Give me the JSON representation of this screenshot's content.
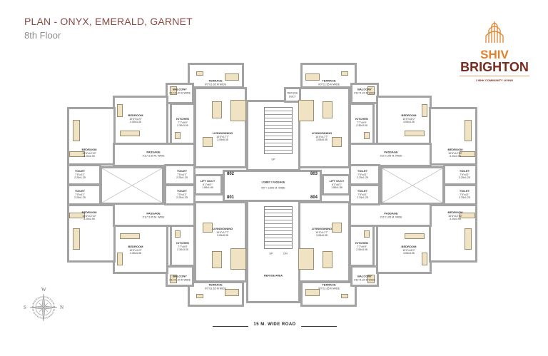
{
  "header": {
    "title": "PLAN  - ONYX, EMERALD, GARNET",
    "subtitle": "8th Floor"
  },
  "logo": {
    "line1": "SHIV",
    "line2": "BRIGHTON",
    "tagline": "2 BHK COMMUNITY LIVING",
    "colors": {
      "orange": "#e0822e",
      "maroon": "#7a2b20"
    }
  },
  "rooms": [
    {
      "name": "TERRACE",
      "dim1": "9'0\"/11.65 M WIDE",
      "dim2": ""
    },
    {
      "name": "BALCONY",
      "dim1": "3'11\"/1.20 M WIDE",
      "dim2": ""
    },
    {
      "name": "KITCHEN",
      "dim1": "7'7\"x9'9\"",
      "dim2": "2.30x3.05"
    },
    {
      "name": "LIVING/DINING",
      "dim1": "10'0\"x17'7\"",
      "dim2": "3.05x5.35"
    },
    {
      "name": "BEDROOM",
      "dim1": "10'0\"x11'0\"",
      "dim2": "3.05x3.35"
    },
    {
      "name": "BEDROOM",
      "dim1": "10'6\"x12'10\"",
      "dim2": "3.20x3.90"
    },
    {
      "name": "PASSAGE",
      "dim1": "3'11\"/1.05 M. WIDE",
      "dim2": ""
    },
    {
      "name": "TOILET",
      "dim1": "7'5\"x4'1\"",
      "dim2": "2.25x1.25"
    },
    {
      "name": "TOILET",
      "dim1": "7'5\"x4'1\"",
      "dim2": "2.25x1.25"
    },
    {
      "name": "LIFT DUCT",
      "dim1": "6'1\"x6'1\"",
      "dim2": "1.85x1.85"
    }
  ],
  "core": {
    "lobby": "LOBBY / PASSAGE",
    "lobby_dim": "5'0\" / 1.600 M. WIDE",
    "refuge_duct": "REFUGE DUCT",
    "refuge_area": "REFUGE AREA",
    "up": "UP",
    "dn": "DN"
  },
  "units": {
    "u801": "801",
    "u802": "802",
    "u803": "803",
    "u804": "804"
  },
  "road": "15 M. WIDE ROAD",
  "compass": {
    "n": "N",
    "s": "S",
    "w": "W"
  }
}
